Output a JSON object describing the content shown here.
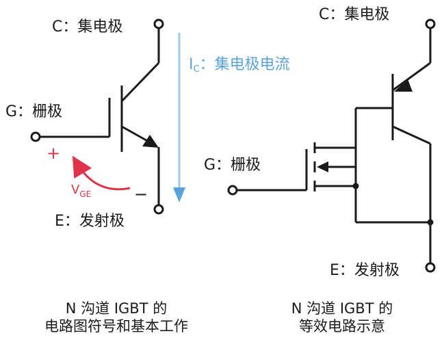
{
  "left": {
    "collector_label": "C：集电极",
    "gate_label": "G：栅极",
    "emitter_label": "E：发射极",
    "current_label": "I",
    "current_sub": "C",
    "current_desc": "：集电极电流",
    "plus": "+",
    "minus": "−",
    "vge_main": "V",
    "vge_sub": "GE",
    "caption_line1": "N 沟道 IGBT 的",
    "caption_line2": "电路图符号和基本工作"
  },
  "right": {
    "collector_label": "C：集电极",
    "gate_label": "G：栅极",
    "emitter_label": "E：发射极",
    "caption_line1": "N 沟道 IGBT 的",
    "caption_line2": "等效电路示意"
  },
  "colors": {
    "line": "#1a1a1a",
    "current_arrow": "#5aa3d8",
    "vge": "#e0334a"
  }
}
